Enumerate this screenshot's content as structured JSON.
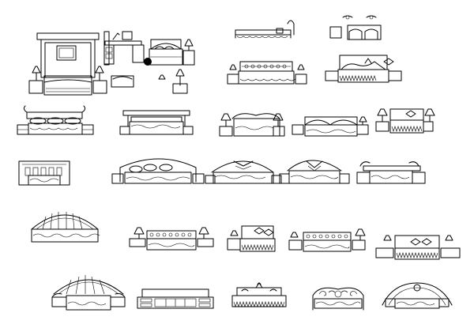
{
  "sheet": {
    "background": "#ffffff",
    "line_color": "#000000",
    "blocks": [
      {
        "name": "bed-block-1",
        "kind": "headboard-canopy-elevation"
      },
      {
        "name": "bed-block-2",
        "kind": "desk-and-bed-elevation"
      },
      {
        "name": "bed-block-3",
        "kind": "bed-side-elevation"
      },
      {
        "name": "bed-block-4",
        "kind": "nightstands-plan"
      },
      {
        "name": "bed-block-5",
        "kind": "bed-with-nightstands-elevation"
      },
      {
        "name": "bed-block-6",
        "kind": "bed-with-nightstands-elevation"
      },
      {
        "name": "bed-block-7",
        "kind": "bed-with-lamps-elevation"
      },
      {
        "name": "bed-block-8",
        "kind": "bed-with-canopy-elevation"
      },
      {
        "name": "bed-block-9",
        "kind": "bed-with-lamps-elevation"
      },
      {
        "name": "bed-block-10",
        "kind": "bed-with-lamps-elevation"
      },
      {
        "name": "bed-block-11",
        "kind": "bed-with-lamps-elevation"
      },
      {
        "name": "bed-block-12",
        "kind": "bed-headboard-elevation"
      },
      {
        "name": "bed-block-13",
        "kind": "bed-arched-headboard-elevation"
      },
      {
        "name": "bed-block-14",
        "kind": "bed-arched-headboard-elevation"
      },
      {
        "name": "bed-block-15",
        "kind": "bed-arched-headboard-elevation"
      },
      {
        "name": "bed-block-16",
        "kind": "bed-with-lamps-elevation"
      },
      {
        "name": "bed-block-17",
        "kind": "bed-arched-headboard-elevation"
      },
      {
        "name": "bed-block-18",
        "kind": "bed-with-lamps-elevation"
      },
      {
        "name": "bed-block-19",
        "kind": "bed-with-nightstands-elevation"
      },
      {
        "name": "bed-block-20",
        "kind": "bed-with-lamps-elevation"
      },
      {
        "name": "bed-block-21",
        "kind": "bed-with-nightstands-elevation"
      },
      {
        "name": "bed-block-22",
        "kind": "bed-canopy-arch-elevation"
      },
      {
        "name": "bed-block-23",
        "kind": "bed-with-drawers-elevation"
      },
      {
        "name": "bed-block-24",
        "kind": "bed-with-nightstands-elevation"
      },
      {
        "name": "bed-block-25",
        "kind": "bed-iron-headboard-elevation"
      },
      {
        "name": "bed-block-26",
        "kind": "bed-arched-headboard-elevation"
      }
    ]
  }
}
